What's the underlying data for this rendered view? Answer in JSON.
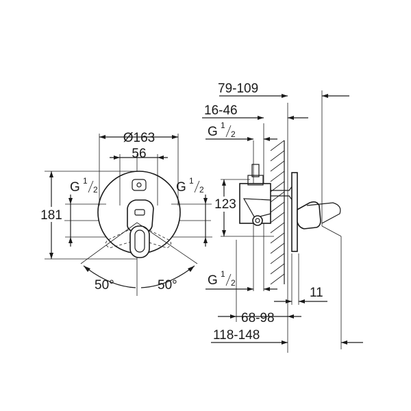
{
  "drawing": {
    "front_view": {
      "diameter_label": "Ø163",
      "width_label": "56",
      "height_label": "181",
      "thread_left": {
        "main": "G",
        "num": "1",
        "den": "2"
      },
      "thread_right": {
        "main": "G",
        "num": "1",
        "den": "2"
      },
      "angle_left": "50°",
      "angle_right": "50°"
    },
    "side_view": {
      "depth_total_label": "79-109",
      "depth_inner_label": "16-46",
      "thread_top": {
        "main": "G",
        "num": "1",
        "den": "2"
      },
      "center_height_label": "123",
      "thread_bottom": {
        "main": "G",
        "num": "1",
        "den": "2"
      },
      "offset_label": "11",
      "install_depth_label": "68-98",
      "total_projection_label": "118-148"
    }
  }
}
